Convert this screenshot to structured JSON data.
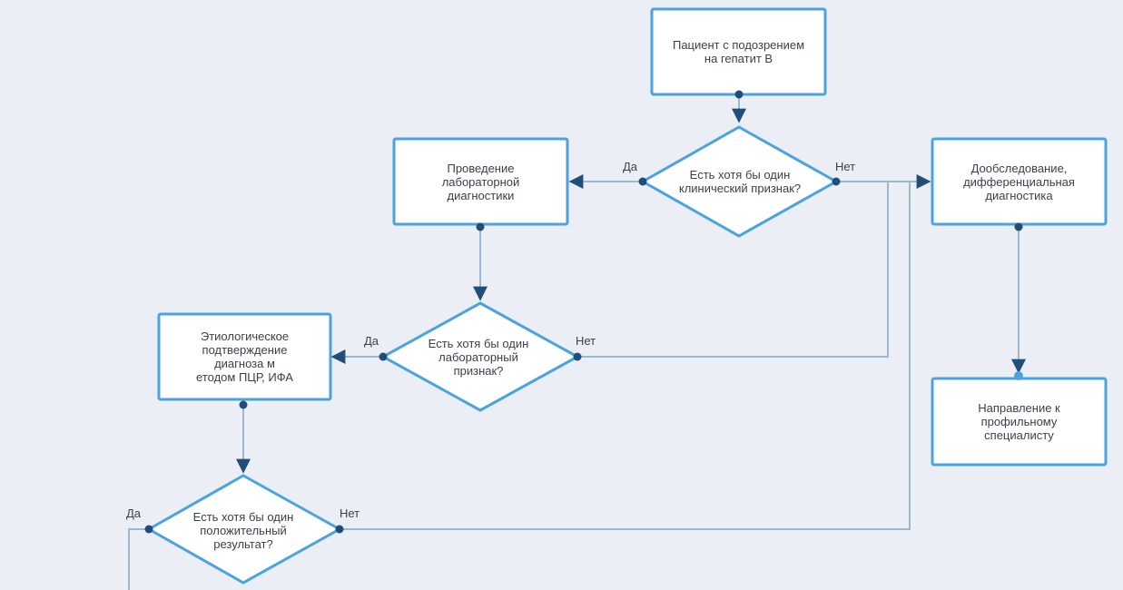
{
  "nodes": {
    "start": "Пациент с подозрением\nна гепатит В",
    "q_clinical": "Есть хотя бы один\nклинический признак?",
    "lab_diag": "Проведение\nлабораторной\nдиагностики",
    "extra_exam": "Дообследование,\nдифференциальная\nдиагностика",
    "q_lab": "Есть хотя бы один\nлабораторный\nпризнак?",
    "etiology": "Этиологическое\nподтверждение\nдиагноза м\nетодом ПЦР, ИФА",
    "referral": "Направление к\nпрофильному\nспециалисту",
    "q_positive": "Есть хотя бы один\nположительный\nрезультат?"
  },
  "labels": {
    "yes": "Да",
    "no": "Нет"
  },
  "colors": {
    "stroke": "#4aa3dd",
    "fill": "#ffffff",
    "connector": "#9fb7cc",
    "dot": "#1f4e79",
    "background": "#eceef6"
  }
}
